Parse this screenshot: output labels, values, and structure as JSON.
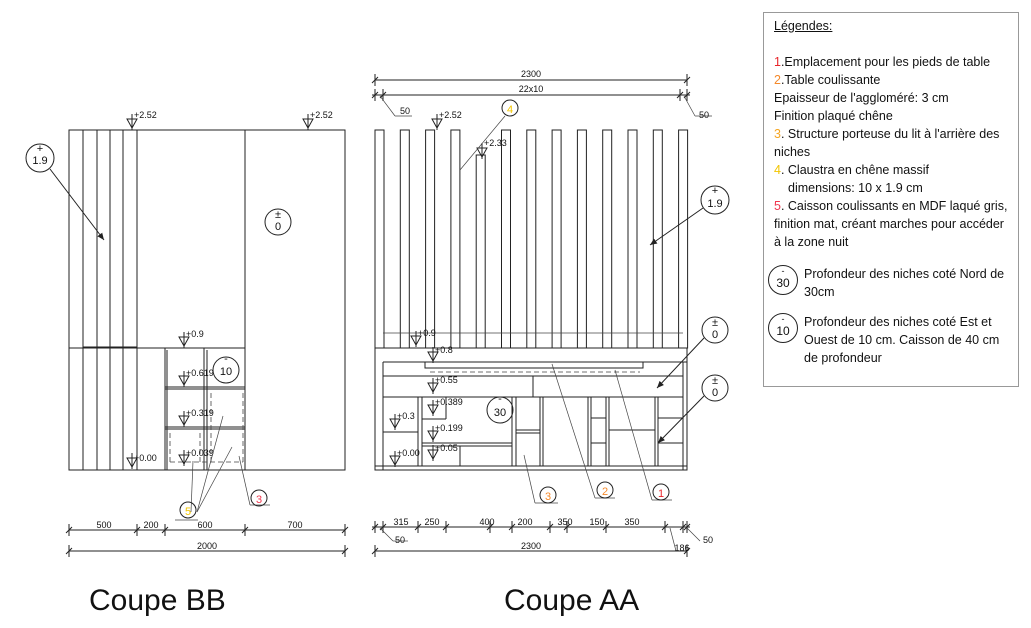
{
  "colors": {
    "red": "#e8262b",
    "orange": "#f5892a",
    "yellow": "#f2c500",
    "pink": "#f0364e",
    "line": "#222222"
  },
  "coupe_bb": {
    "title": "Coupe BB",
    "levels": [
      "+2.52",
      "+2.52",
      "+0.9",
      "+0.619",
      "+0.319",
      "+0.039",
      "+0.00"
    ],
    "circles": {
      "slat": "1.9",
      "zero": "±\n0",
      "zero_sym": "±",
      "zero_val": "0",
      "depth": "10",
      "callout_5": "5",
      "callout_3": "3"
    },
    "dims": [
      "500",
      "200",
      "600",
      "700"
    ],
    "total": "2000"
  },
  "coupe_aa": {
    "title": "Coupe AA",
    "top_total": "2300",
    "slats": "22x10",
    "side_left": "50",
    "side_right": "50",
    "levels": [
      "+2.52",
      "+2.33",
      "+0.9",
      "+0.8",
      "+0.55",
      "+0.389",
      "+0.3",
      "+0.199",
      "+0.05",
      "+0.00"
    ],
    "circles": {
      "callout_4": "4",
      "slat": "1.9",
      "zero_a_sym": "±",
      "zero_a": "0",
      "zero_b_sym": "±",
      "zero_b": "0",
      "depth": "30",
      "callout_3": "3",
      "callout_2": "2",
      "callout_1": "1"
    },
    "dims": [
      "315",
      "250",
      "400",
      "200",
      "350",
      "150",
      "350"
    ],
    "bottom_left": "50",
    "bottom_total": "2300",
    "bottom_r1": "186",
    "bottom_r2": "50"
  },
  "legend": {
    "title": "Légendes:",
    "items": [
      {
        "num": "1",
        "text": ".Emplacement pour les pieds de table"
      },
      {
        "num": "2",
        "text": ".Table coulissante"
      },
      {
        "text": "Epaisseur de l'aggloméré: 3 cm"
      },
      {
        "text": "Finition plaqué chêne"
      },
      {
        "num": "3",
        "text": ". Structure porteuse du lit à l'arrière des niches"
      },
      {
        "num": "4",
        "text": ". Claustra en chêne massif"
      },
      {
        "text": "dimensions: 10 x 1.9  cm"
      },
      {
        "num": "5",
        "text": ". Caisson coulissants en MDF laqué gris, finition mat, créant marches pour accéder à la zone nuit"
      }
    ],
    "symbols": [
      {
        "value": "30",
        "text": "Profondeur des niches coté Nord de 30cm"
      },
      {
        "value": "10",
        "text": "Profondeur des niches coté Est et Ouest de 10 cm. Caisson de 40 cm de profondeur"
      }
    ]
  }
}
